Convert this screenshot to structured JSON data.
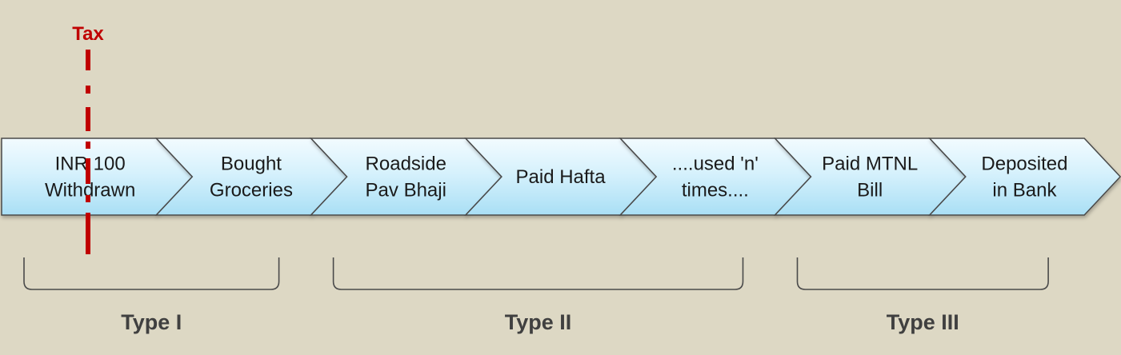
{
  "colors": {
    "background": "#ddd8c4",
    "chevron_top": "#f2fbff",
    "chevron_bottom": "#a9dff5",
    "chevron_stroke": "#4a4a4a",
    "tax": "#c00000",
    "bracket": "#4a4a4a"
  },
  "tax": {
    "label": "Tax"
  },
  "steps": [
    {
      "lines": [
        "INR 100",
        "Withdrawn"
      ]
    },
    {
      "lines": [
        "Bought",
        "Groceries"
      ]
    },
    {
      "lines": [
        "Roadside",
        "Pav Bhaji"
      ]
    },
    {
      "lines": [
        "Paid Hafta"
      ]
    },
    {
      "lines": [
        "....used 'n'",
        "times...."
      ]
    },
    {
      "lines": [
        "Paid MTNL",
        "Bill"
      ]
    },
    {
      "lines": [
        "Deposited",
        "in Bank"
      ]
    }
  ],
  "groups": [
    {
      "label": "Type I",
      "from_step": 0,
      "to_step": 1
    },
    {
      "label": "Type II",
      "from_step": 2,
      "to_step": 4
    },
    {
      "label": "Type III",
      "from_step": 5,
      "to_step": 6
    }
  ]
}
